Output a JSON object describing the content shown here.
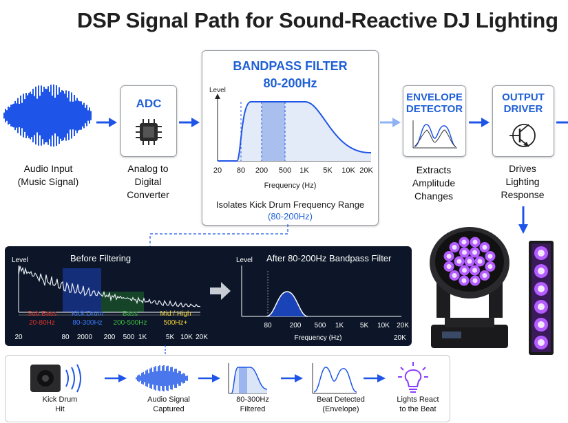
{
  "title": "DSP Signal Path for Sound-Reactive DJ Lighting",
  "audio_input": {
    "label_line1": "Audio Input",
    "label_line2": "(Music Signal)"
  },
  "adc": {
    "title": "ADC",
    "label_line1": "Analog to",
    "label_line2": "Digital",
    "label_line3": "Converter"
  },
  "bandpass": {
    "title": "BANDPASS FILTER",
    "range": "80-200Hz",
    "ylabel": "Level",
    "xlabel": "Frequency (Hz)",
    "ticks": [
      "20",
      "80",
      "200",
      "500",
      "1K",
      "5K",
      "10K",
      "20K"
    ],
    "caption": "Isolates Kick Drum Frequency Range",
    "caption_range": "(80-200Hz)"
  },
  "envelope": {
    "title_line1": "ENVELOPE",
    "title_line2": "DETECTOR",
    "label_line1": "Extracts",
    "label_line2": "Amplitude",
    "label_line3": "Changes"
  },
  "output": {
    "title_line1": "OUTPUT",
    "title_line2": "DRIVER",
    "label_line1": "Drives",
    "label_line2": "Lighting",
    "label_line3": "Response"
  },
  "before_panel": {
    "title": "Before Filtering",
    "ylabel": "Level",
    "bands": [
      {
        "name": "Sub Bass",
        "range": "20-80Hz",
        "color": "#e0342a"
      },
      {
        "name": "Kick Drum",
        "range": "80-300Hz",
        "color": "#3b7bff"
      },
      {
        "name": "Bass",
        "range": "200-500Hz",
        "color": "#3fbf3f"
      },
      {
        "name": "Mid / High",
        "range": "500Hz+",
        "color": "#f2d13a"
      }
    ],
    "ticks": [
      "20",
      "80",
      "2000",
      "200",
      "500",
      "1K",
      "5K",
      "10K",
      "20K"
    ]
  },
  "after_panel": {
    "title": "After 80-200Hz Bandpass Filter",
    "ylabel": "Level",
    "xlabel": "Frequency (Hz)",
    "ticks": [
      "80",
      "200",
      "500",
      "1K",
      "5K",
      "10K",
      "20K"
    ],
    "tick_last_extra": "20K"
  },
  "bottom_flow": [
    {
      "line1": "Kick Drum",
      "line2": "Hit",
      "icon": "speaker-icon"
    },
    {
      "line1": "Audio Signal",
      "line2": "Captured",
      "icon": "waveform-icon"
    },
    {
      "line1": "80-300Hz",
      "line2": "Filtered",
      "icon": "filter-curve-icon"
    },
    {
      "line1": "Beat Detected",
      "line2": "(Envelope)",
      "icon": "envelope-icon"
    },
    {
      "line1": "Lights React",
      "line2": "to the Beat",
      "icon": "lightbulb-icon"
    }
  ],
  "colors": {
    "accent": "#1f5fd6",
    "panel_bg": "#0c1628",
    "led_purple": "#a24cff"
  }
}
